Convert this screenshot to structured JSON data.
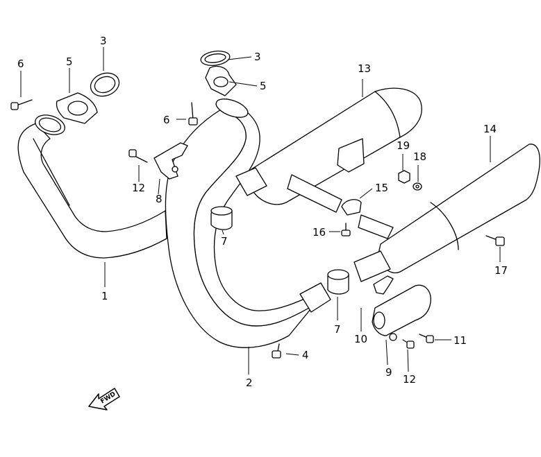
{
  "diagram": {
    "forward_arrow_label": "FWD",
    "callouts": [
      {
        "id": "c1",
        "text": "1",
        "part": "exhaust-pipe-front"
      },
      {
        "id": "c2",
        "text": "2",
        "part": "exhaust-pipe-rear"
      },
      {
        "id": "c3a",
        "text": "3",
        "part": "gasket"
      },
      {
        "id": "c3b",
        "text": "3",
        "part": "gasket"
      },
      {
        "id": "c4",
        "text": "4",
        "part": "bolt"
      },
      {
        "id": "c5a",
        "text": "5",
        "part": "flange"
      },
      {
        "id": "c5b",
        "text": "5",
        "part": "flange"
      },
      {
        "id": "c6a",
        "text": "6",
        "part": "bolt"
      },
      {
        "id": "c6b",
        "text": "6",
        "part": "bolt"
      },
      {
        "id": "c7a",
        "text": "7",
        "part": "connector"
      },
      {
        "id": "c7b",
        "text": "7",
        "part": "connector"
      },
      {
        "id": "c8",
        "text": "8",
        "part": "clamp"
      },
      {
        "id": "c9",
        "text": "9",
        "part": "muffler-end-cover"
      },
      {
        "id": "c10",
        "text": "10",
        "part": "clamp"
      },
      {
        "id": "c11",
        "text": "11",
        "part": "bolt"
      },
      {
        "id": "c12a",
        "text": "12",
        "part": "bolt"
      },
      {
        "id": "c12b",
        "text": "12",
        "part": "bolt"
      },
      {
        "id": "c13",
        "text": "13",
        "part": "muffler-front"
      },
      {
        "id": "c14",
        "text": "14",
        "part": "muffler-rear"
      },
      {
        "id": "c15",
        "text": "15",
        "part": "clamp"
      },
      {
        "id": "c16",
        "text": "16",
        "part": "bolt"
      },
      {
        "id": "c17",
        "text": "17",
        "part": "bolt"
      },
      {
        "id": "c18",
        "text": "18",
        "part": "washer"
      },
      {
        "id": "c19",
        "text": "19",
        "part": "nut"
      }
    ]
  }
}
